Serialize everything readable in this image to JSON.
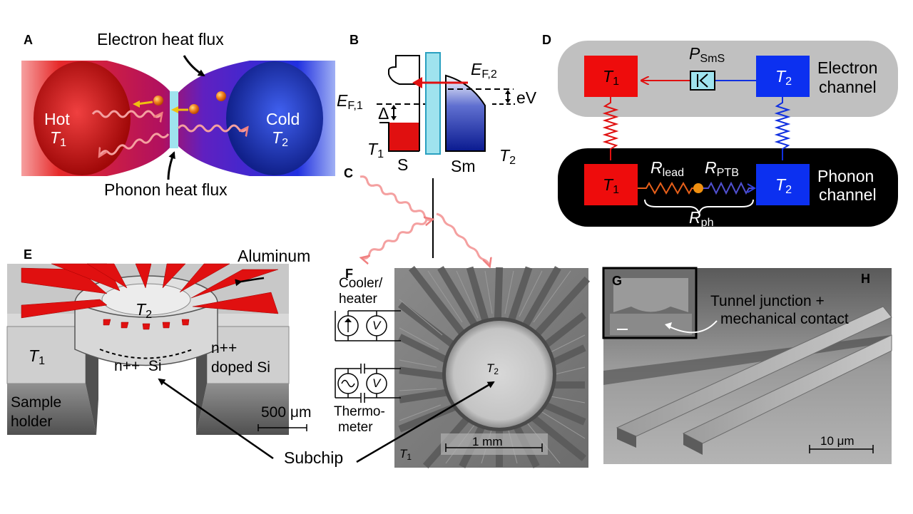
{
  "panels": {
    "A": {
      "label": "A",
      "electron_flux": "Electron heat flux",
      "phonon_flux": "Phonon heat flux",
      "hot": "Hot",
      "cold": "Cold",
      "t1": "T",
      "t1_sub": "1",
      "t2": "T",
      "t2_sub": "2"
    },
    "B": {
      "label": "B",
      "ef2": "E",
      "ef2_sub": "F,2",
      "ef1": "E",
      "ef1_sub": "F,1",
      "delta": "Δ",
      "ev": "eV",
      "t1": "T",
      "t1_sub": "1",
      "t2": "T",
      "t2_sub": "2",
      "s": "S",
      "sm": "Sm"
    },
    "C": {
      "label": "C"
    },
    "D": {
      "label": "D",
      "psms": "P",
      "psms_sub": "SmS",
      "electron_channel_1": "Electron",
      "electron_channel_2": "channel",
      "phonon_channel_1": "Phonon",
      "phonon_channel_2": "channel",
      "t1": "T",
      "t1_sub": "1",
      "t2": "T",
      "t2_sub": "2",
      "rlead": "R",
      "rlead_sub": "lead",
      "rptb": "R",
      "rptb_sub": "PTB",
      "rph": "R",
      "rph_sub": "ph"
    },
    "E": {
      "label": "E",
      "aluminum": "Aluminum",
      "t2": "T",
      "t2_sub": "2",
      "t1": "T",
      "t1_sub": "1",
      "npp_si": "n++  Si",
      "npp_doped_1": "n++",
      "npp_doped_2": "doped Si",
      "sample_holder_1": "Sample",
      "sample_holder_2": "holder",
      "scale": "500 μm",
      "subchip": "Subchip"
    },
    "F": {
      "label": "F",
      "cooler_1": "Cooler/",
      "cooler_2": "heater",
      "thermo_1": "Thermo-",
      "thermo_2": "meter",
      "t2": "T",
      "t2_sub": "2",
      "t1": "T",
      "t1_sub": "1",
      "scale": "1 mm",
      "v": "V"
    },
    "G": {
      "label": "G"
    },
    "H": {
      "label": "H",
      "tj_1": "Tunnel junction +",
      "tj_2": "mechanical contact",
      "scale": "10 μm"
    }
  },
  "colors": {
    "hot_red": "#e01010",
    "cold_blue": "#1030e0",
    "cyan_barrier": "#8fe0f0",
    "electron_bg": "#c0c0c0",
    "phonon_bg": "#000000",
    "orange_node": "#f09010",
    "wave_pink": "#f08080",
    "yellow_arrow": "#f0c010"
  },
  "icons": [
    "curved-arrow-icon",
    "wavy-arrow-icon",
    "current-source-icon",
    "voltmeter-icon",
    "ac-source-icon",
    "diode-icon"
  ]
}
